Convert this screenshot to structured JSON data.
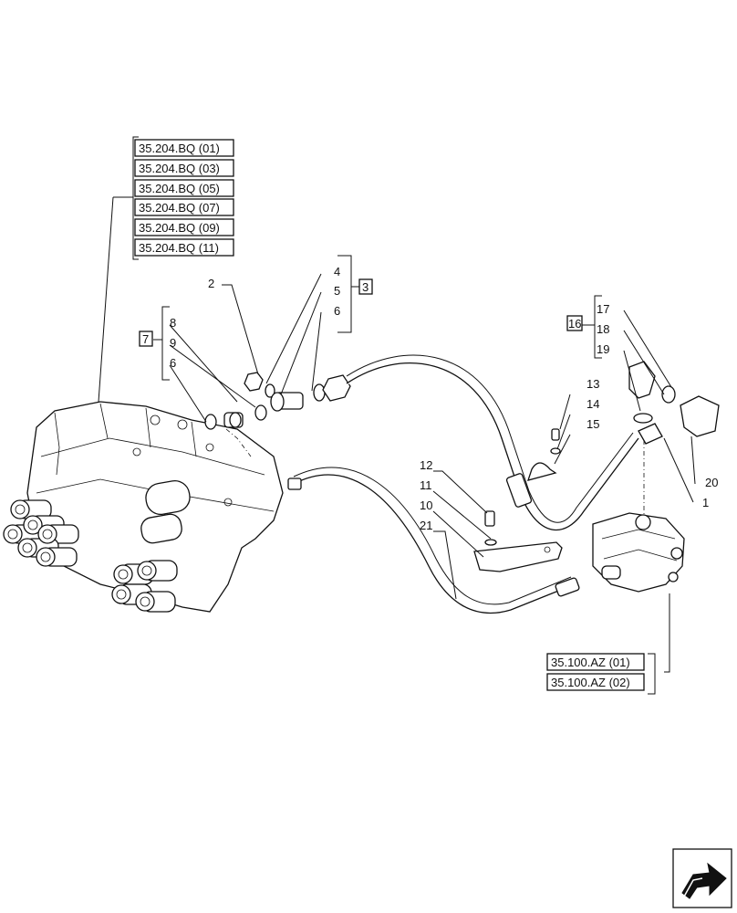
{
  "callouts": {
    "c1": "1",
    "c2": "2",
    "c3": "3",
    "c4": "4",
    "c5": "5",
    "c6a": "6",
    "c6b": "6",
    "c7": "7",
    "c8": "8",
    "c9": "9",
    "c10": "10",
    "c11": "11",
    "c12": "12",
    "c13": "13",
    "c14": "14",
    "c15": "15",
    "c16": "16",
    "c17": "17",
    "c18": "18",
    "c19": "19",
    "c20": "20",
    "c21": "21"
  },
  "references": {
    "bq": [
      "35.204.BQ (01)",
      "35.204.BQ (03)",
      "35.204.BQ (05)",
      "35.204.BQ (07)",
      "35.204.BQ (09)",
      "35.204.BQ (11)"
    ],
    "az": [
      "35.100.AZ (01)",
      "35.100.AZ (02)"
    ]
  },
  "icons": {
    "nav": "next-page-arrow-icon"
  }
}
